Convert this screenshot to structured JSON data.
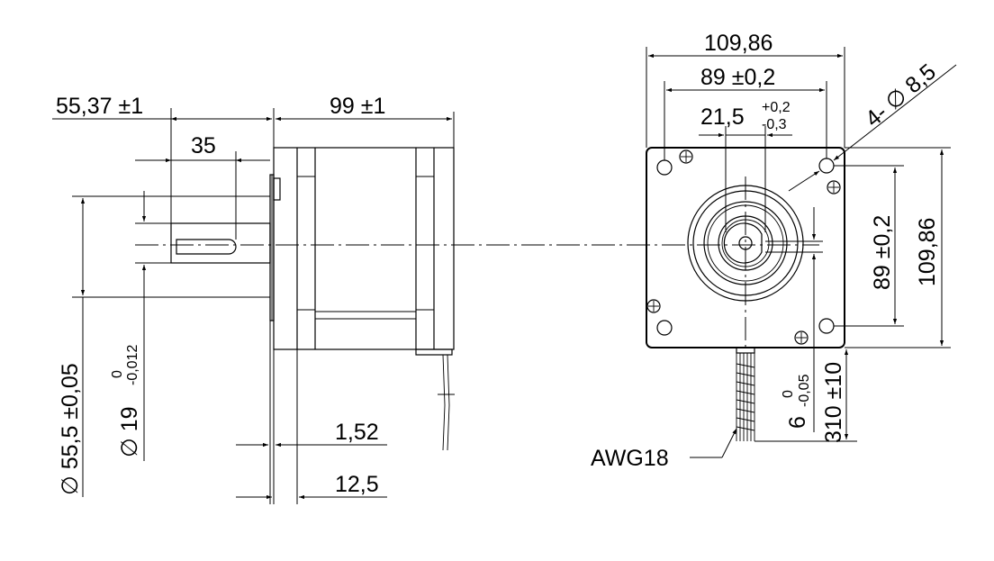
{
  "dimensions": {
    "flange_width_top": "109,86",
    "hole_spacing_top": "89 ±0,2",
    "shaft_flat": "21,5",
    "shaft_flat_tol_upper": "+0,2",
    "shaft_flat_tol_lower": "-0,3",
    "mounting_holes": "4- ∅ 8,5",
    "hole_spacing_side": "89 ±0,2",
    "flange_width_side": "109,86",
    "shaft_length_total": "55,37 ±1",
    "shaft_key_length": "35",
    "body_length": "99 ±1",
    "pilot_diameter": "∅ 55,5 ±0,05",
    "shaft_diameter": "∅ 19",
    "shaft_diameter_tol_upper": "0",
    "shaft_diameter_tol_lower": "-0,012",
    "flange_step": "1,52",
    "flange_thickness": "12,5",
    "key_height": "6",
    "key_height_tol_upper": "0",
    "key_height_tol_lower": "-0,05",
    "lead_length": "310 ±10",
    "wire_gauge": "AWG18"
  }
}
